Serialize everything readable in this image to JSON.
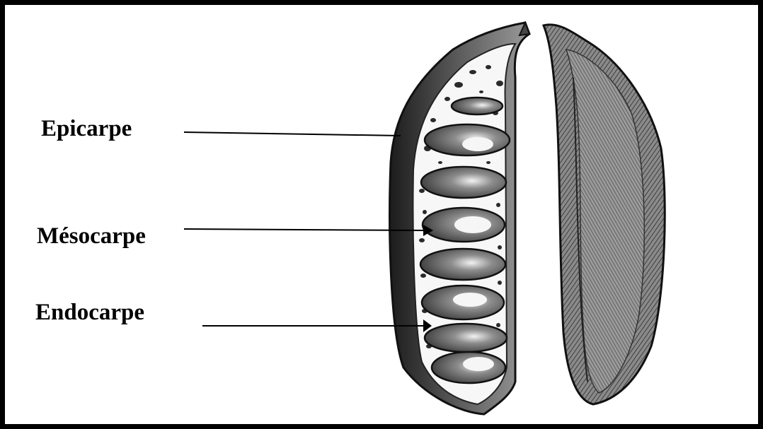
{
  "labels": {
    "epicarpe": "Epicarpe",
    "mesocarpe": "Mésocarpe",
    "endocarpe": "Endocarpe"
  },
  "colors": {
    "border": "#000000",
    "ink": "#1a1a1a",
    "seed_fill": "#5a5a5a",
    "highlight": "#f4f4f4"
  }
}
